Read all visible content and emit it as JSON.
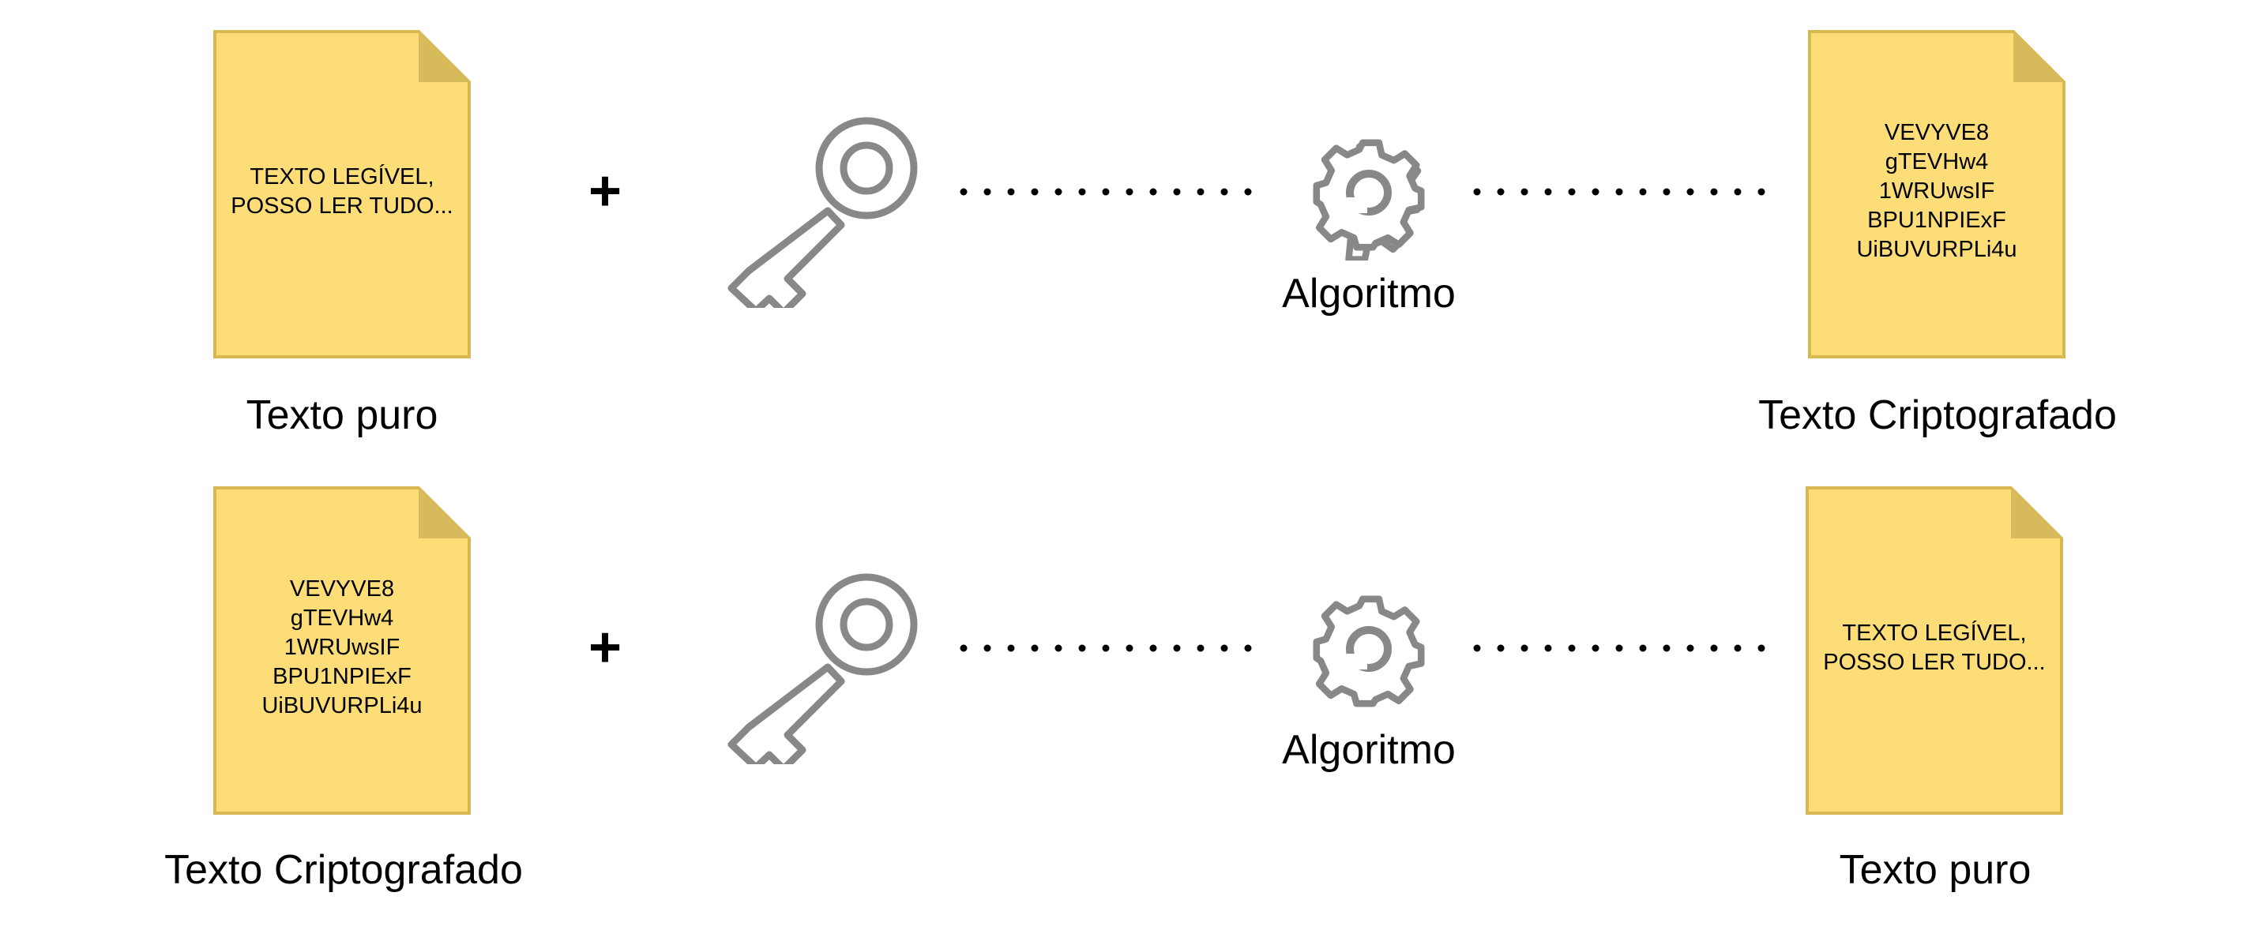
{
  "colors": {
    "doc_fill": "#fddd77",
    "doc_stroke": "#d7b950",
    "doc_fold": "#d6ba5c",
    "icon_gray": "#888888",
    "dot_color": "#000000"
  },
  "rows": [
    {
      "input_doc_text": "TEXTO LEGÍVEL,\nPOSSO LER TUDO...",
      "input_caption": "Texto puro",
      "operator": "+",
      "key_icon": "key-icon",
      "algorithm_icon": "gear-icon",
      "algorithm_label": "Algoritmo",
      "output_doc_text": "VEVYVE8\ngTEVHw4\n1WRUwsIF\nBPU1NPIExF\nUiBUVURPLi4u",
      "output_caption": "Texto Criptografado"
    },
    {
      "input_doc_text": "VEVYVE8\ngTEVHw4\n1WRUwsIF\nBPU1NPIExF\nUiBUVURPLi4u",
      "input_caption": "Texto Criptografado",
      "operator": "+",
      "key_icon": "key-icon",
      "algorithm_icon": "gear-icon",
      "algorithm_label": "Algoritmo",
      "output_doc_text": "TEXTO LEGÍVEL,\nPOSSO LER TUDO...",
      "output_caption": "Texto puro"
    }
  ]
}
